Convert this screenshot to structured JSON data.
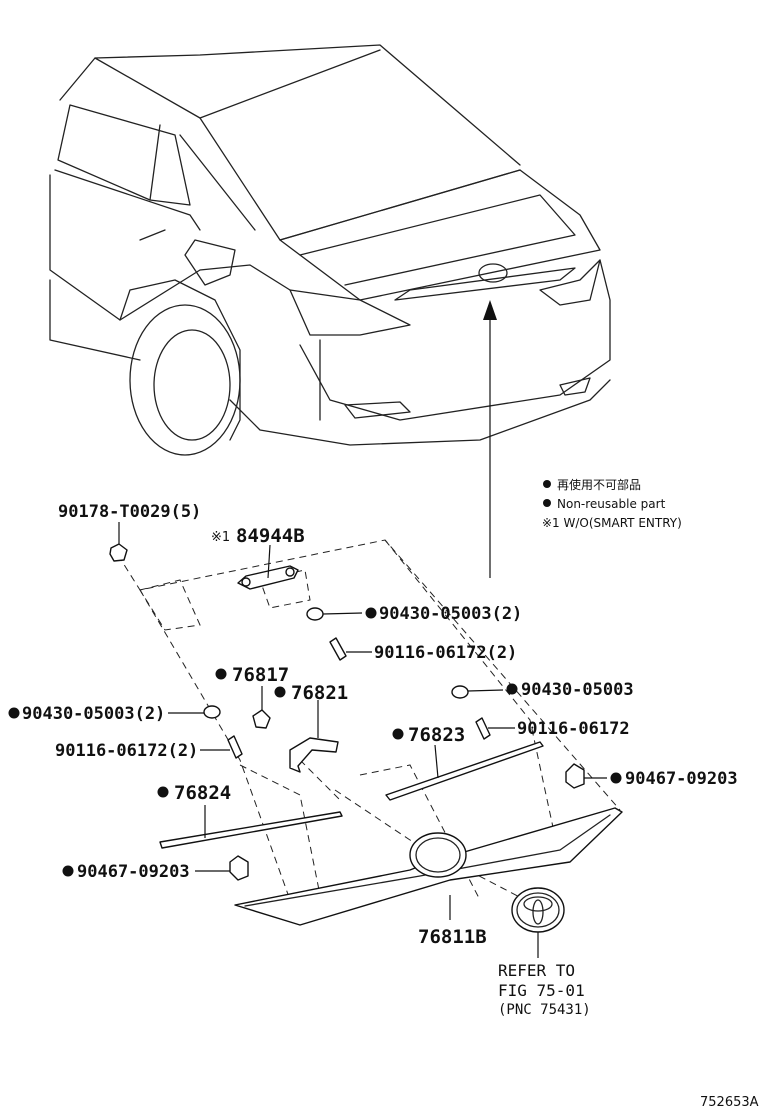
{
  "legend": {
    "line1": "再使用不可部品",
    "line2": "Non-reusable part",
    "line3": "※1 W/O(SMART ENTRY)"
  },
  "labels": {
    "clip_top": "90178-T0029(5)",
    "cover_84944b": "84944B",
    "cover_prefix": "※1",
    "washer_upper_right": "90430-05003(2)",
    "bolt_upper_right": "90116-06172(2)",
    "part_76817": "76817",
    "part_76821": "76821",
    "washer_mid_right": "90430-05003",
    "bolt_mid_right": "90116-06172",
    "washer_left": "90430-05003(2)",
    "bolt_left": "90116-06172(2)",
    "part_76823": "76823",
    "clip_right": "90467-09203",
    "part_76824": "76824",
    "clip_left": "90467-09203",
    "garnish_76811b": "76811B",
    "refer_line1": "REFER TO",
    "refer_line2": "FIG 75-01",
    "refer_line3": "(PNC 75431)"
  },
  "figure_id": "752653A",
  "icons": {
    "non_reusable": "filled-circle-icon",
    "emblem": "toyota-emblem-icon"
  }
}
